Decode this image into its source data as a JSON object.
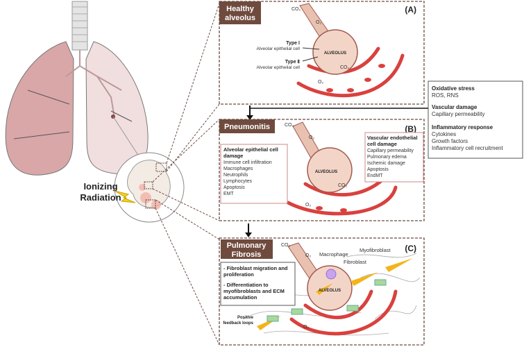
{
  "left": {
    "radiation_label_line1": "Ionizing",
    "radiation_label_line2": "Radiation"
  },
  "panel_a": {
    "title_line1": "Healthy",
    "title_line2": "alveolus",
    "letter": "(A)",
    "alveolus": "ALVEOLUS",
    "co2_top": "CO₂",
    "o2_top": "O₂",
    "co2": "CO₂",
    "o2": "O₂",
    "type1_title": "Type Ⅰ",
    "type1_desc": "Alveolar epithelial cell",
    "type2_title": "Type Ⅱ",
    "type2_desc": "Alveolar epithelial cell"
  },
  "side_box": {
    "sections": [
      {
        "title": "Oxidative stress",
        "items": [
          "ROS, RNS"
        ]
      },
      {
        "title": "Vascular damage",
        "items": [
          "Capillary permeability"
        ]
      },
      {
        "title": "Inflammatory response",
        "items": [
          "Cytokines",
          "Growth factors",
          "Inflammatory cell recruitment"
        ]
      }
    ]
  },
  "panel_b": {
    "title": "Pneumonitis",
    "letter": "(B)",
    "alveolus": "ALVEOLUS",
    "co2_top": "CO₂",
    "o2_top": "O₂",
    "co2": "CO₂",
    "o2": "O₂",
    "left_box": {
      "title_line1": "Alveolar epithelial cell",
      "title_line2": "damage",
      "items": [
        "Immune  cell infiltration",
        "Macrophages",
        "Neutrophils",
        "Lymphocytes",
        "Apoptosis",
        "EMT"
      ]
    },
    "right_box": {
      "title_line1": "Vascular endothelial",
      "title_line2": "cell damage",
      "items": [
        "Capillary permeability",
        "Pulmonary  edema",
        "Ischemic damage",
        "Apoptosis",
        "EndMT"
      ]
    }
  },
  "panel_c": {
    "title_line1": "Pulmonary",
    "title_line2": "Fibrosis",
    "letter": "(C)",
    "alveolus": "ALVEOLUS",
    "co2_top": "CO₂",
    "o2_top": "O₂",
    "o2": "O₂",
    "macrophage": "Macrophage",
    "fibroblast": "Fibroblast",
    "myofibroblast": "Myofibroblast",
    "feedback_line1": "Positive",
    "feedback_line2": "feedback loops",
    "box_lines": [
      "- Fibroblast migration and",
      "proliferation",
      "- Differentiation to",
      "myofibroblasts and ECM",
      "accumulation"
    ]
  }
}
